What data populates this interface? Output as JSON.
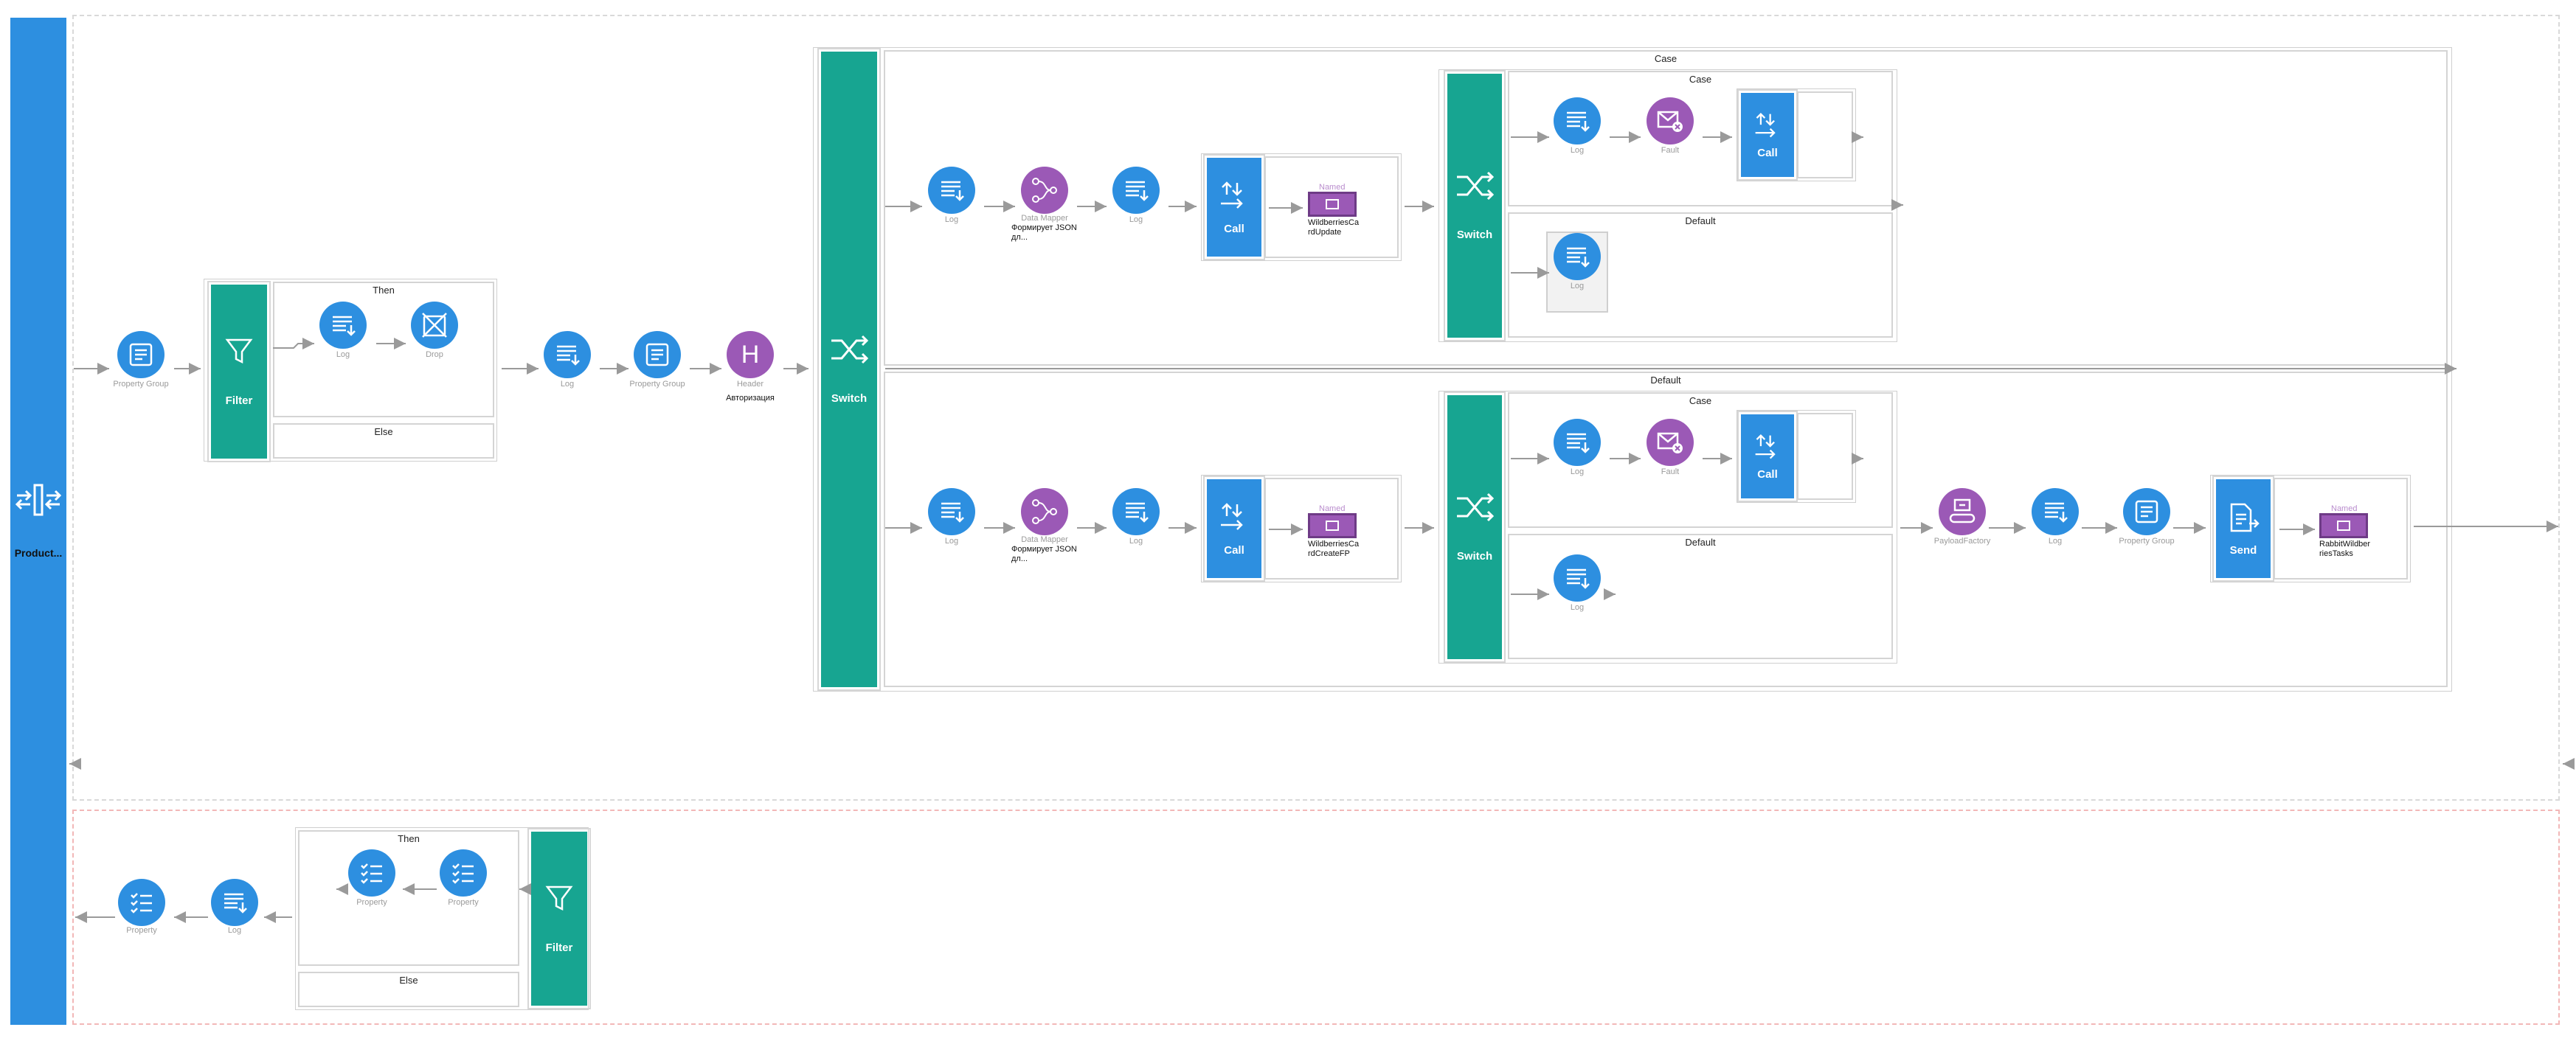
{
  "main_endpoint": {
    "label": "Product..."
  },
  "top": {
    "prop_group_1": "Property Group",
    "filter": {
      "label": "Filter",
      "then": "Then",
      "else": "Else",
      "then_log": "Log",
      "then_drop": "Drop"
    },
    "log_1": "Log",
    "prop_group_2": "Property Group",
    "header": {
      "caption": "Header",
      "name": "Авторизация",
      "letter": "H"
    },
    "switch_main": {
      "label": "Switch",
      "case": "Case",
      "default": "Default"
    },
    "case_branch": {
      "log_a": "Log",
      "mapper": {
        "caption": "Data Mapper",
        "name": "Формирует JSON дл..."
      },
      "log_b": "Log",
      "call": "Call",
      "named": {
        "caption": "Named",
        "name": "WildberriesCardUpdate"
      },
      "switch": {
        "label": "Switch",
        "case": "Case",
        "default": "Default",
        "case_log": "Log",
        "case_fault": "Fault",
        "case_call": "Call",
        "default_log": "Log"
      }
    },
    "default_branch": {
      "log_a": "Log",
      "mapper": {
        "caption": "Data Mapper",
        "name": "Формирует JSON дл..."
      },
      "log_b": "Log",
      "call": "Call",
      "named": {
        "caption": "Named",
        "name": "WildberriesCardCreateFP"
      },
      "switch": {
        "label": "Switch",
        "case": "Case",
        "default": "Default",
        "case_log": "Log",
        "case_fault": "Fault",
        "case_call": "Call",
        "default_log": "Log"
      },
      "payload": "PayloadFactory",
      "log_c": "Log",
      "prop_group": "Property Group",
      "send": "Send",
      "named_send": {
        "caption": "Named",
        "name": "RabbitWildberriesTasks"
      }
    }
  },
  "bottom": {
    "filter": {
      "label": "Filter",
      "then": "Then",
      "else": "Else",
      "prop_a": "Property",
      "prop_b": "Property"
    },
    "log": "Log",
    "property": "Property"
  },
  "colors": {
    "blue": "#2d8fe0",
    "teal": "#17a591",
    "purple": "#9b59b6"
  }
}
